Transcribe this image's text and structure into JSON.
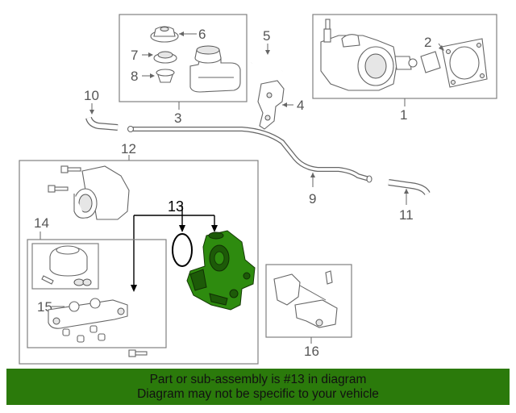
{
  "callouts": {
    "c1": "1",
    "c2": "2",
    "c3": "3",
    "c4": "4",
    "c5": "5",
    "c6": "6",
    "c7": "7",
    "c8": "8",
    "c9": "9",
    "c10": "10",
    "c11": "11",
    "c12": "12",
    "c13": "13",
    "c14": "14",
    "c15": "15",
    "c16": "16"
  },
  "highlight": {
    "part_number": "13",
    "color": "#2e8b0f"
  },
  "banner": {
    "line1": "Part or sub-assembly is #13 in diagram",
    "line2": "Diagram may not be specific to your vehicle",
    "color": "#2b7a0b"
  }
}
